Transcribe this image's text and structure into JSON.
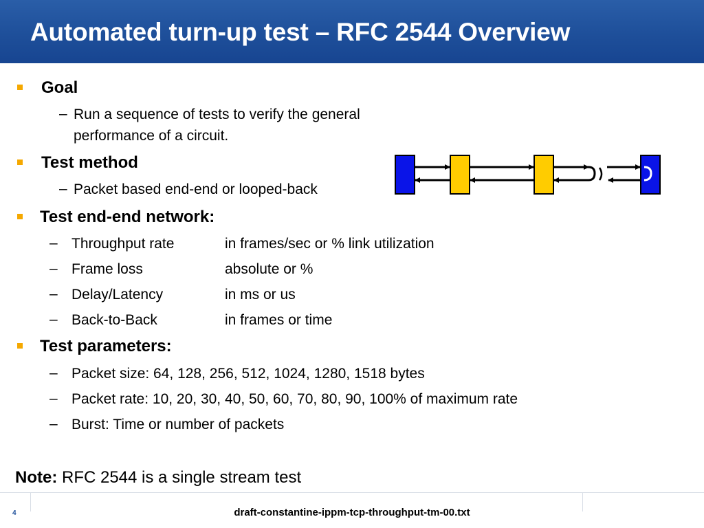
{
  "header": {
    "title": "Automated turn-up test – RFC 2544 Overview"
  },
  "goal": {
    "heading": "Goal",
    "items": [
      "Run a sequence of tests to verify the general",
      "performance of a circuit."
    ]
  },
  "method": {
    "heading": "Test method",
    "items": [
      "Packet based end-end or looped-back"
    ]
  },
  "network": {
    "heading": "Test end-end network:",
    "rows": [
      {
        "name": "Throughput rate",
        "desc": "in frames/sec or % link utilization"
      },
      {
        "name": "Frame loss",
        "desc": "absolute or %"
      },
      {
        "name": "Delay/Latency",
        "desc": "in ms or us"
      },
      {
        "name": "Back-to-Back",
        "desc": "in frames or time"
      }
    ]
  },
  "params": {
    "heading": "Test parameters:",
    "items": [
      "Packet size: 64, 128, 256, 512, 1024, 1280, 1518 bytes",
      "Packet rate: 10, 20, 30, 40, 50, 60, 70, 80, 90, 100% of maximum rate",
      "Burst: Time or number of packets"
    ]
  },
  "note": {
    "label": "Note:",
    "text": " RFC 2544 is a single stream test"
  },
  "footer": {
    "page": "4",
    "doc": "draft-constantine-ippm-tcp-throughput-tm-00.txt"
  },
  "colors": {
    "header": "#1e4f9a",
    "bullet": "#f5a800",
    "endpoint": "#0a14e8",
    "node": "#ffcc00"
  },
  "dash": "–"
}
